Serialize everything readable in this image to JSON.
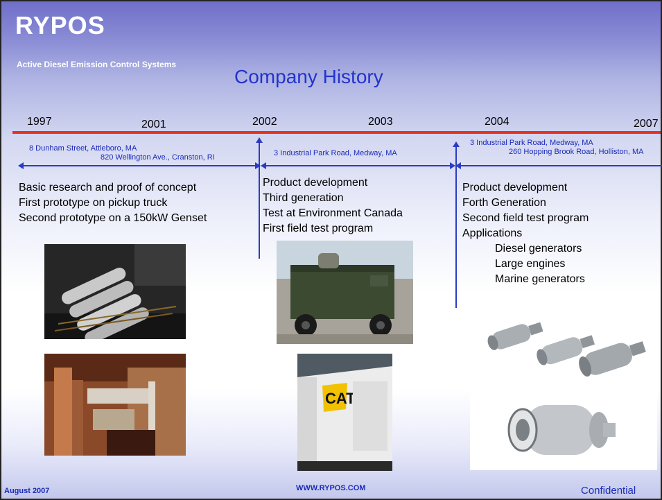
{
  "header": {
    "logo": "RYPOS",
    "tagline": "Active Diesel Emission Control Systems",
    "title": "Company History"
  },
  "timeline": {
    "years": [
      "1997",
      "2001",
      "2002",
      "2003",
      "2004",
      "2007"
    ],
    "line_color": "#e8321c"
  },
  "periods": [
    {
      "addresses": [
        "8 Dunham Street, Attleboro, MA",
        "820 Wellington Ave., Cranston, RI"
      ],
      "items": [
        "Basic research and proof of concept",
        "First  prototype on pickup truck",
        "Second prototype on a 150kW Genset"
      ]
    },
    {
      "addresses": [
        "3 Industrial Park Road, Medway, MA"
      ],
      "items": [
        "Product development",
        "Third generation",
        "Test at Environment Canada",
        "First field test program"
      ]
    },
    {
      "addresses": [
        "3 Industrial Park Road, Medway, MA",
        "260 Hopping Brook Road, Holliston, MA"
      ],
      "items": [
        "Product development",
        "Forth  Generation",
        "Second field test program",
        "Applications"
      ],
      "sub_items": [
        "Diesel generators",
        "Large engines",
        "Marine generators"
      ]
    }
  ],
  "footer": {
    "date": "August  2007",
    "website": "WWW.RYPOS.COM",
    "classification": "Confidential"
  },
  "colors": {
    "accent_blue": "#2233cc",
    "arrow_blue": "#2a3cc2",
    "timeline_red": "#e8321c"
  }
}
